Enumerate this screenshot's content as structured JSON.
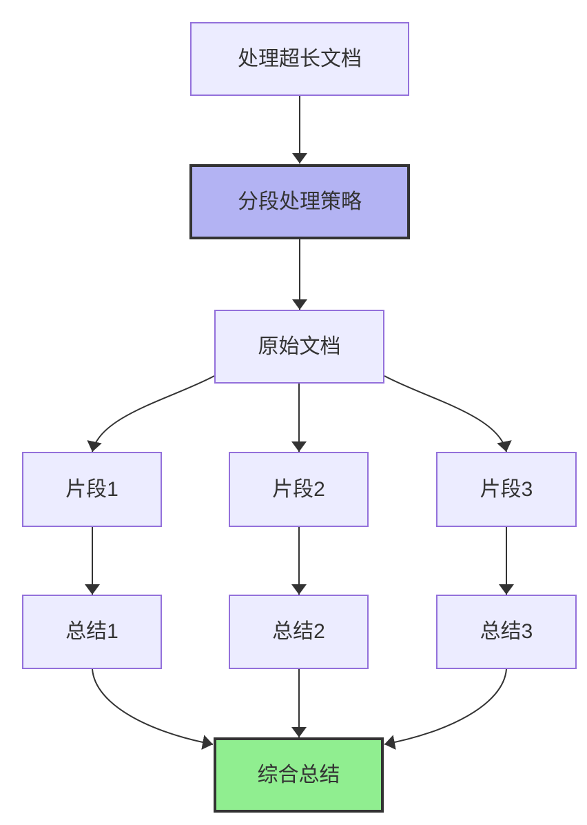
{
  "diagram": {
    "type": "flowchart",
    "direction": "top-down",
    "nodes": {
      "start": {
        "label": "处理超长文档",
        "style": "default"
      },
      "strategy": {
        "label": "分段处理策略",
        "style": "highlight"
      },
      "doc": {
        "label": "原始文档",
        "style": "default"
      },
      "seg1": {
        "label": "片段1",
        "style": "default"
      },
      "seg2": {
        "label": "片段2",
        "style": "default"
      },
      "seg3": {
        "label": "片段3",
        "style": "default"
      },
      "sum1": {
        "label": "总结1",
        "style": "default"
      },
      "sum2": {
        "label": "总结2",
        "style": "default"
      },
      "sum3": {
        "label": "总结3",
        "style": "default"
      },
      "final": {
        "label": "综合总结",
        "style": "success"
      }
    },
    "edges": [
      {
        "from": "start",
        "to": "strategy"
      },
      {
        "from": "strategy",
        "to": "doc"
      },
      {
        "from": "doc",
        "to": "seg1"
      },
      {
        "from": "doc",
        "to": "seg2"
      },
      {
        "from": "doc",
        "to": "seg3"
      },
      {
        "from": "seg1",
        "to": "sum1"
      },
      {
        "from": "seg2",
        "to": "sum2"
      },
      {
        "from": "seg3",
        "to": "sum3"
      },
      {
        "from": "sum1",
        "to": "final"
      },
      {
        "from": "sum2",
        "to": "final"
      },
      {
        "from": "sum3",
        "to": "final"
      }
    ],
    "colors": {
      "background": "#ffffff",
      "node_fill": "#ECECFF",
      "node_border": "#9370DB",
      "highlight_fill": "#b3b3f3",
      "highlight_border": "#333333",
      "success_fill": "#90EE90",
      "success_border": "#333333",
      "edge": "#333333",
      "text": "#333333"
    }
  }
}
